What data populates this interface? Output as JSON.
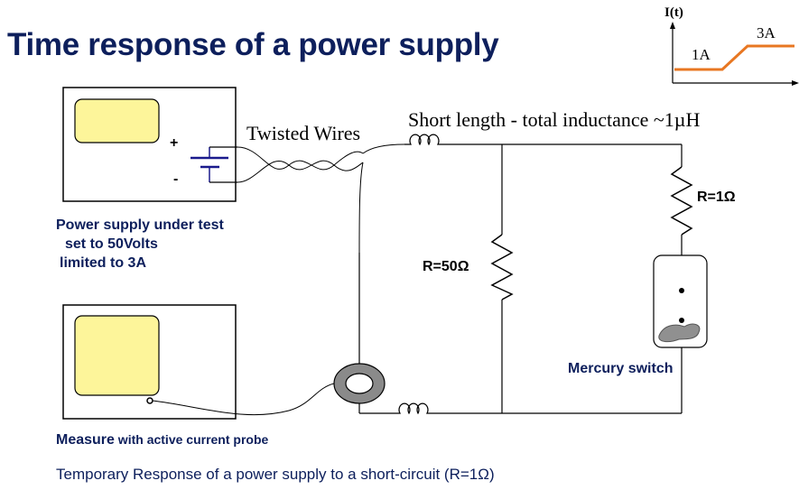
{
  "title": "Time response of a power supply",
  "inset_graph": {
    "y_label": "I(t)",
    "level_low": "1A",
    "level_high": "3A",
    "line_color": "#e87722"
  },
  "labels": {
    "twisted_wires": "Twisted Wires",
    "short_length": "Short length - total inductance ~1µH",
    "r1": "R=1Ω",
    "r50": "R=50Ω",
    "ps_line1": "Power supply under test",
    "ps_line2": "set to 50Volts",
    "ps_line3": "limited  to 3A",
    "plus": "+",
    "minus": "-",
    "mercury": "Mercury switch",
    "measure_bold": "Measure",
    "measure_rest": " with active current probe",
    "caption": "Temporary Response of a power supply to a short-circuit (R=1Ω)"
  },
  "colors": {
    "screen": "#fdf59a",
    "title": "#0d1f5c",
    "battery": "#1a1a8c",
    "probe": "#8a8a8a",
    "mercury": "#909090"
  }
}
